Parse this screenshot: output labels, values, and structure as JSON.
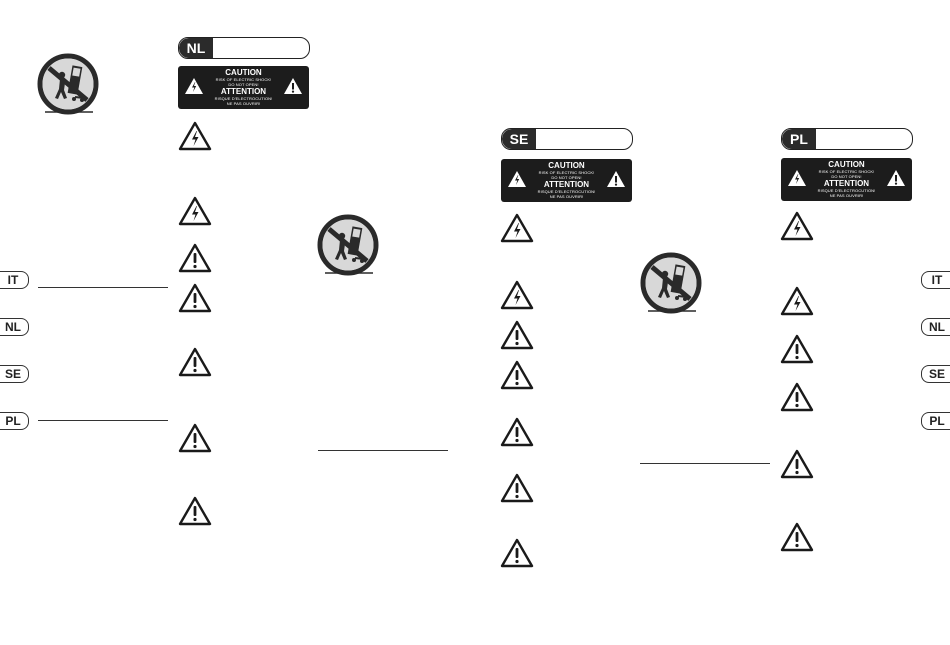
{
  "headers": [
    {
      "code": "NL"
    },
    {
      "code": "SE"
    },
    {
      "code": "PL"
    }
  ],
  "caution_banner": {
    "title": "CAUTION",
    "line1": "RISK OF ELECTRIC SHOCK!",
    "line2": "DO NOT OPEN!",
    "title2": "ATTENTION",
    "line3": "RISQUE D'ELECTROCUTION!",
    "line4": "NE PAS OUVRIR!"
  },
  "side_tabs": [
    "IT",
    "NL",
    "SE",
    "PL"
  ],
  "icons": {
    "lightning": "electric-shock-warning-icon",
    "exclamation": "general-warning-icon",
    "cart": "no-cart-tipover-icon"
  },
  "colors": {
    "badge": "#2b2b2b",
    "banner": "#1c1c1c",
    "ink": "#1a1a1a"
  }
}
